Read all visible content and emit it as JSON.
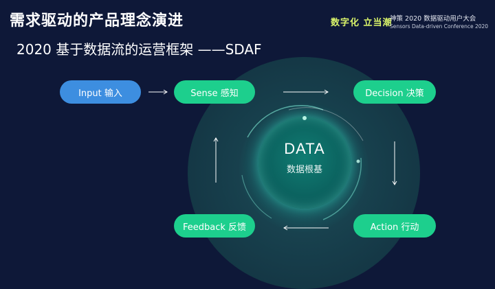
{
  "header": {
    "title": "需求驱动的产品理念演进",
    "subtitle": "2020 基于数据流的运营框架 ——SDAF"
  },
  "brand": {
    "badge": "数字化 立当潮",
    "line1": "神策 2020 数据驱动用户大会",
    "line2": "Sensors Data-driven Conference 2020"
  },
  "diagram": {
    "center_title": "DATA",
    "center_subtitle": "数据根基",
    "nodes": {
      "input": "Input 输入",
      "sense": "Sense 感知",
      "decision": "Decision 决策",
      "action": "Action 行动",
      "feedback": "Feedback 反馈"
    }
  },
  "colors": {
    "background": "#0e1838",
    "node_green": "#1dcf8d",
    "node_blue": "#3d8ee0",
    "core": "#0c6360"
  }
}
